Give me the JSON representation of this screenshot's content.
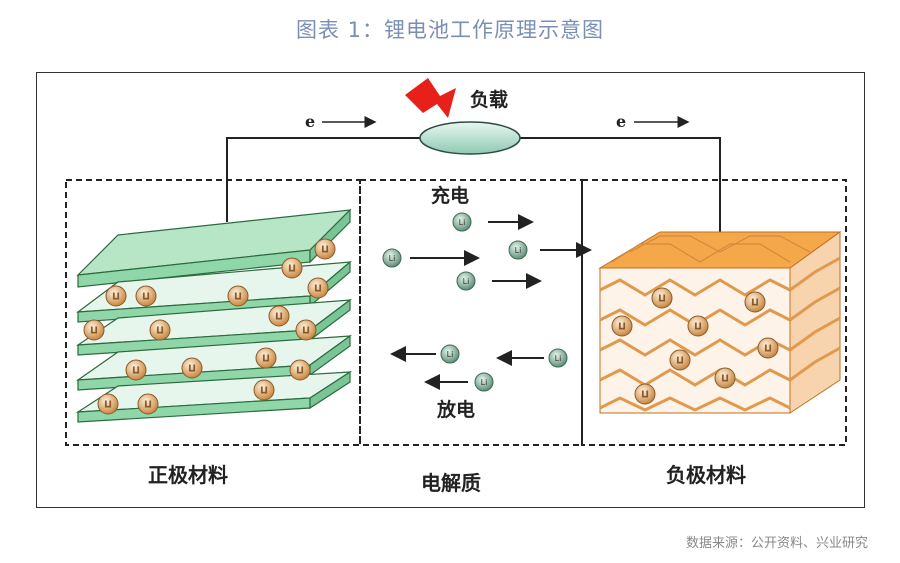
{
  "title": "图表 1：锂电池工作原理示意图",
  "source": "数据来源：公开资料、兴业研究",
  "diagram": {
    "load_label": "负载",
    "electron_left": "e",
    "electron_right": "e",
    "charge_label": "充电",
    "discharge_label": "放电",
    "cathode_label": "正极材料",
    "electrolyte_label": "电解质",
    "anode_label": "负极材料",
    "ion_label": "Li"
  },
  "colors": {
    "title": "#7b8fb5",
    "plate": "#8fd6a8",
    "plate_edge": "#2c6a3f",
    "anode_top": "#f5a84a",
    "ion": "#d8a060",
    "ion_green": "#6fa08a",
    "bolt": "#e8201a"
  }
}
